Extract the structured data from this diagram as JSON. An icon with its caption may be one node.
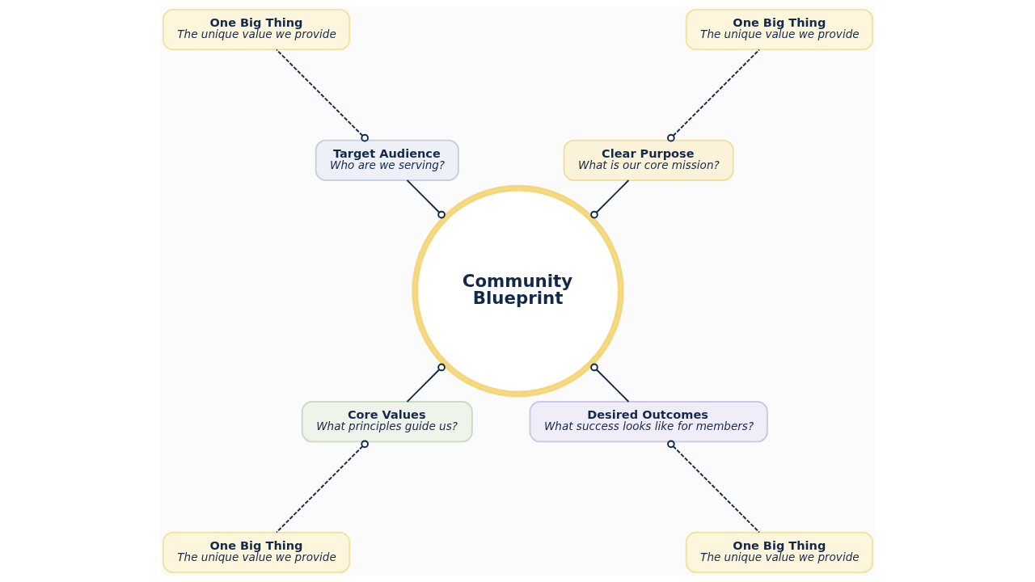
{
  "diagram": {
    "nodes": [
      {
        "text": [
          "Clear Purpose",
          "What is our core mission?"
        ]
      },
      {
        "text": [
          "Target Audience",
          "Who are we serving?"
        ]
      },
      {
        "text": [
          "One Big Thing",
          "The unique value we provide"
        ]
      },
      {
        "text": [
          "One Big Thing",
          "The unique value we provide"
        ]
      },
      {
        "text": [
          "Community Blueprint"
        ]
      },
      {
        "text": [
          "Core Values",
          "What principles guide us?"
        ]
      },
      {
        "text": [
          "Desired Outcomes",
          "What success looks like for members?"
        ]
      },
      {
        "text": [
          "One Big Thing",
          "The unique value we provide"
        ]
      },
      {
        "text": [
          "One Big Thing",
          "The unique value we provide"
        ]
      }
    ],
    "edges": [
      {
        "from": 4,
        "to": 0,
        "arrow": "other"
      },
      {
        "from": 4,
        "to": 1,
        "arrow": "other"
      },
      {
        "from": 4,
        "to": 5,
        "arrow": "other"
      },
      {
        "from": 4,
        "to": 6,
        "arrow": "other"
      },
      {
        "from": 0,
        "to": 2,
        "arrow": "other",
        "style": "dashed"
      },
      {
        "from": 1,
        "to": 3,
        "arrow": "other",
        "style": "dashed"
      },
      {
        "from": 5,
        "to": 7,
        "arrow": "other",
        "style": "dashed"
      },
      {
        "from": 6,
        "to": 8,
        "arrow": "other",
        "style": "dashed"
      }
    ]
  }
}
